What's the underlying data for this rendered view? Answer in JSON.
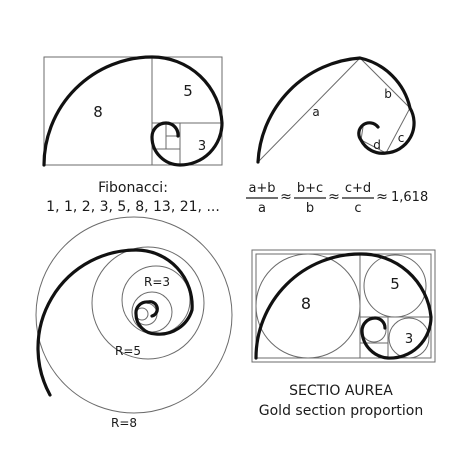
{
  "panel_fibonacci": {
    "squares": [
      {
        "label": "8"
      },
      {
        "label": "5"
      },
      {
        "label": "3"
      }
    ],
    "caption_title": "Fibonacci:",
    "caption_sequence": "1, 1, 2, 3, 5, 8, 13, 21, ..."
  },
  "panel_ratio": {
    "segments": [
      {
        "label": "a"
      },
      {
        "label": "b"
      },
      {
        "label": "c"
      },
      {
        "label": "d"
      }
    ],
    "fractions": [
      {
        "num": "a+b",
        "den": "a"
      },
      {
        "num": "b+c",
        "den": "b"
      },
      {
        "num": "c+d",
        "den": "c"
      }
    ],
    "approx_symbol": "≈",
    "ratio_value": "1,618"
  },
  "panel_circles": {
    "labels": [
      {
        "label": "R=3"
      },
      {
        "label": "R=5"
      },
      {
        "label": "R=8"
      }
    ]
  },
  "panel_sectio": {
    "squares": [
      {
        "label": "8"
      },
      {
        "label": "5"
      },
      {
        "label": "3"
      }
    ],
    "caption_title": "SECTIO AUREA",
    "caption_subtitle": "Gold section proportion"
  },
  "colors": {
    "line": "#6b6b6b",
    "spiral": "#111111",
    "text": "#1a1a1a",
    "background": "#ffffff"
  }
}
